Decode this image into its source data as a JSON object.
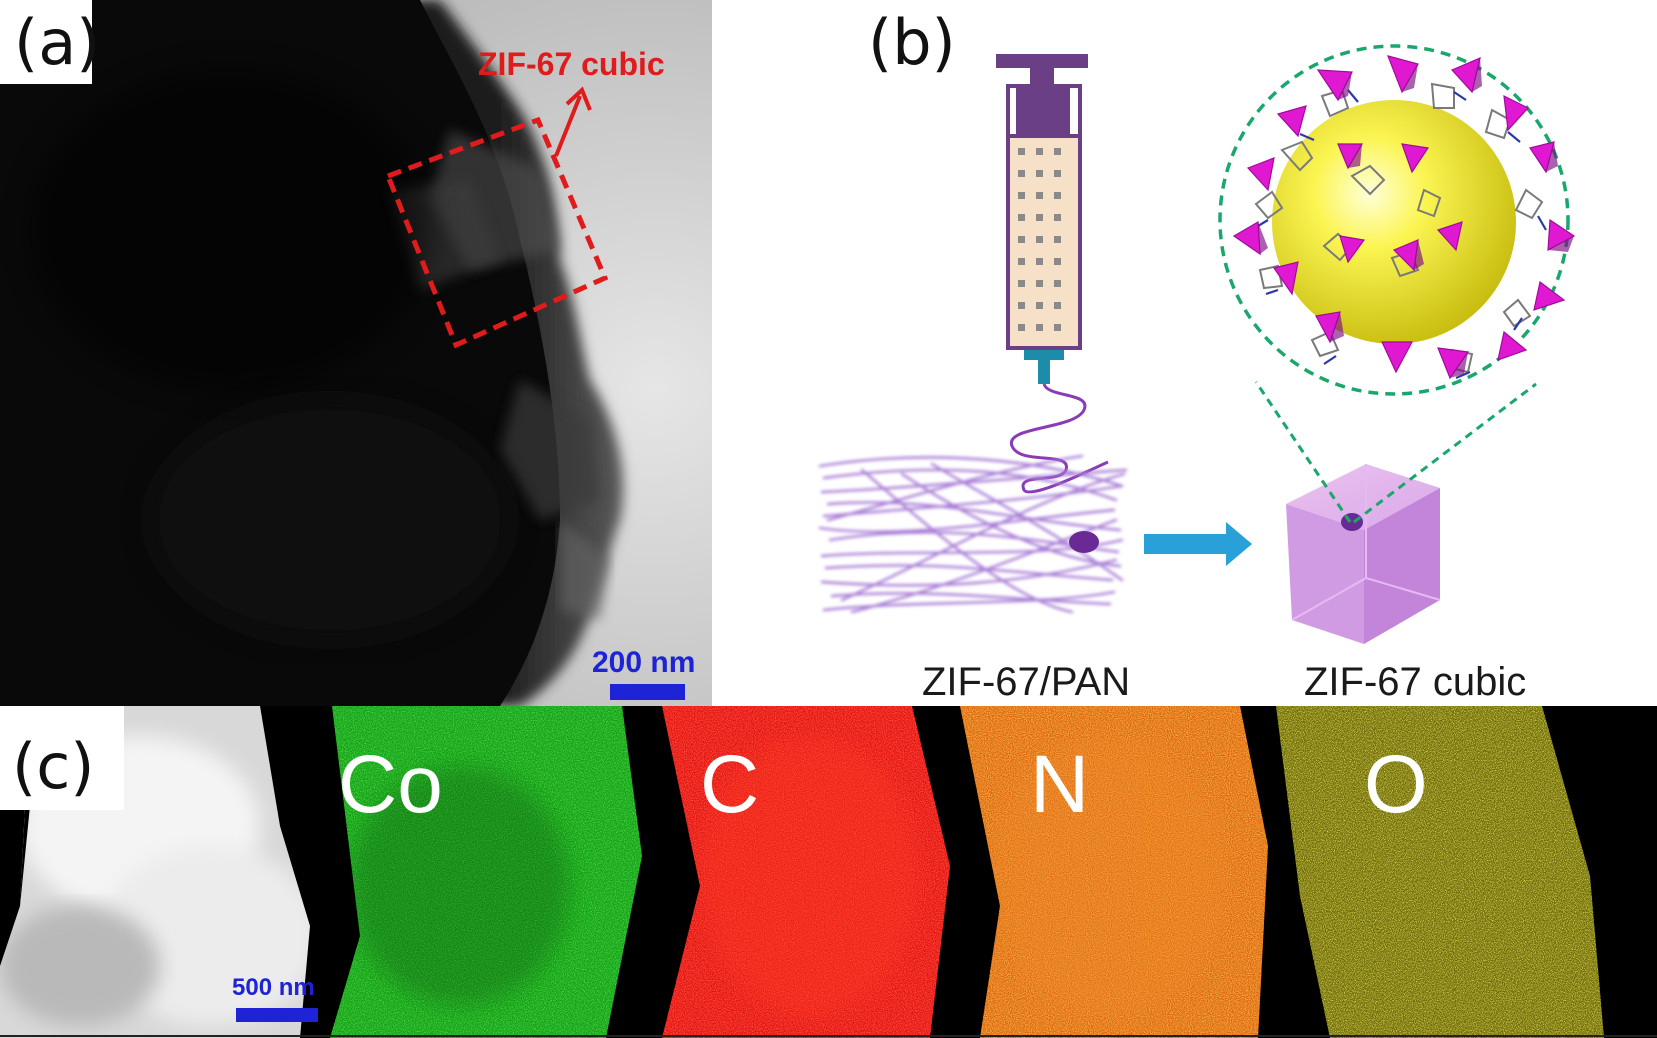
{
  "panel_a": {
    "label": "(a)",
    "annotation": "ZIF-67 cubic",
    "scale_bar": "200 nm",
    "colors": {
      "annotation": "#e01b1b",
      "scale_bar": "#1e24d6"
    }
  },
  "panel_b": {
    "label": "(b)",
    "caption_left": "ZIF-67/PAN",
    "caption_right": "ZIF-67 cubic",
    "colors": {
      "syringe": "#6b3f86",
      "fiber": "#a77cd6",
      "arrow": "#2aa0d8",
      "cube": "#d79be8",
      "tetrahedra": "#e018d2",
      "sphere": "#f2ee2a",
      "dashed": "#1aa76b"
    }
  },
  "panel_c": {
    "label": "(c)",
    "scale_bar": "500 nm",
    "maps": [
      {
        "element": "Co",
        "color": "#1fb81f"
      },
      {
        "element": "C",
        "color": "#ff1a14"
      },
      {
        "element": "N",
        "color": "#f07414"
      },
      {
        "element": "O",
        "color": "#d6d21c"
      }
    ]
  }
}
